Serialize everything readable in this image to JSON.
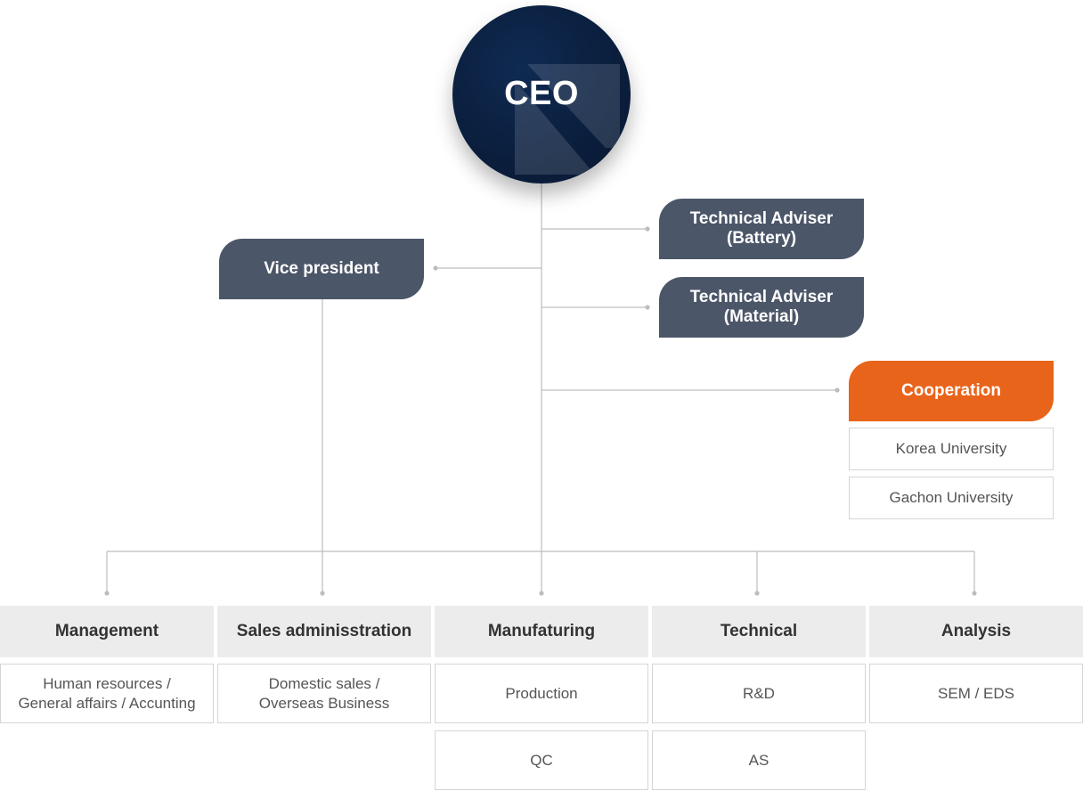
{
  "ceo": {
    "label": "CEO"
  },
  "vice_president": {
    "label": "Vice president"
  },
  "advisers": [
    {
      "line1": "Technical Adviser",
      "line2": "(Battery)"
    },
    {
      "line1": "Technical Adviser",
      "line2": "(Material)"
    }
  ],
  "cooperation": {
    "label": "Cooperation",
    "members": [
      "Korea University",
      "Gachon University"
    ]
  },
  "departments": [
    {
      "name": "Management",
      "units": [
        {
          "line1": "Human resources /",
          "line2": "General affairs / Accunting"
        }
      ]
    },
    {
      "name": "Sales adminisstration",
      "units": [
        {
          "line1": "Domestic sales  /",
          "line2": "Overseas Business"
        }
      ]
    },
    {
      "name": "Manufaturing",
      "units": [
        {
          "line1": "Production"
        },
        {
          "line1": "QC"
        }
      ]
    },
    {
      "name": "Technical",
      "units": [
        {
          "line1": "R&D"
        },
        {
          "line1": "AS"
        }
      ]
    },
    {
      "name": "Analysis",
      "units": [
        {
          "line1": "SEM / EDS"
        }
      ]
    }
  ],
  "colors": {
    "ceo_navy": "#0b1f3e",
    "role_slate": "#4b5668",
    "cooperation_orange": "#e9641b",
    "department_header_gray": "#ececec",
    "connector_gray": "#bdbdbd"
  }
}
